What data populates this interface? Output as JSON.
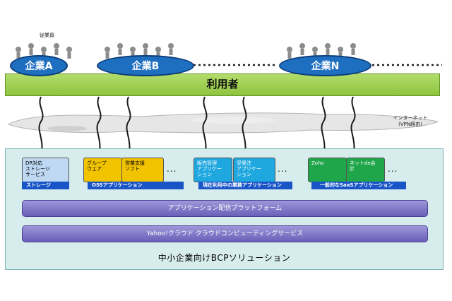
{
  "companies": [
    {
      "label": "企業A"
    },
    {
      "label": "企業B"
    },
    {
      "label": "企業N"
    }
  ],
  "employee_caption": "従業員",
  "users_band": "利用者",
  "internet_label": "インターネット\n(VPN経由)",
  "apps": {
    "storage_box": "DR対応\nストレージ\nサービス",
    "storage_cat": "ストレージ",
    "groupware": "グループ\nウェア",
    "sales_support": "営業支援\nソフト",
    "oss_cat": "OSSアプリケーション",
    "sales_mgmt": "販売管理\nアプリケー\nション",
    "order_mgmt": "受発注\nアプリケー\nション",
    "current_cat": "現在利用中の業務アプリケーション",
    "zoho": "Zoho",
    "net_accounting": "ネットde会\n計",
    "saas_cat": "一般的なSaaSアプリケーション",
    "ellipsis": "..."
  },
  "bars": {
    "delivery_platform": "アプリケーション配信プラットフォーム",
    "cloud_service": "Yahoo!クラウド クラウドコンピューティングサービス"
  },
  "platform_title": "中小企業向けBCPソリューション",
  "colors": {
    "company": "#1f6fc1",
    "users_band": "#9bcf52",
    "platform": "#d7ecec",
    "category": "#1a55c7",
    "purple_bar": "#7d74c6"
  }
}
